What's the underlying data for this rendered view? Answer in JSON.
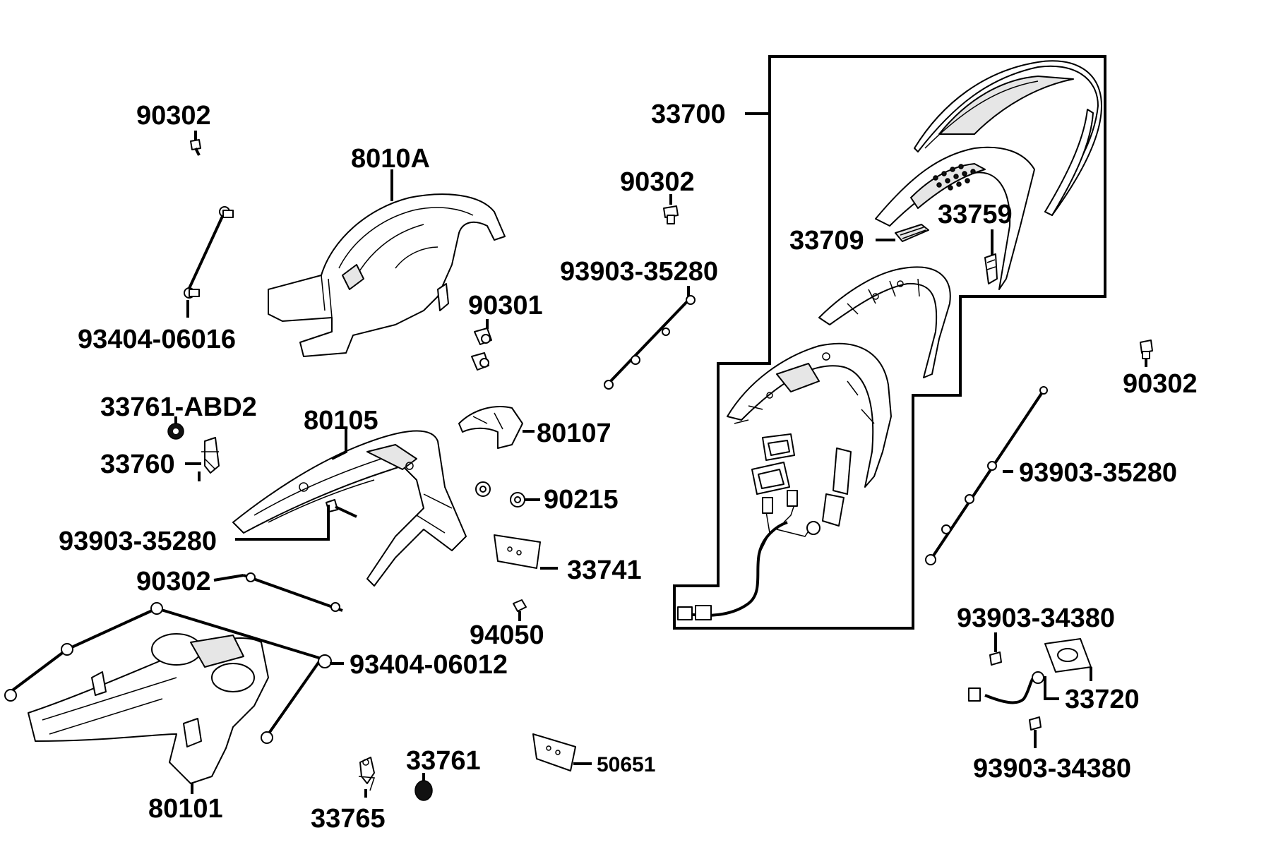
{
  "diagram_title": "",
  "labels": {
    "p90302_a": "90302",
    "p8010A": "8010A",
    "p93404_06016": "93404-06016",
    "p90302_b": "90302",
    "p33700": "33700",
    "p33709": "33709",
    "p33759": "33759",
    "p93903_35280_a": "93903-35280",
    "p90301": "90301",
    "p33761_ABD2": "33761-ABD2",
    "p80105": "80105",
    "p80107": "80107",
    "p33760": "33760",
    "p90215": "90215",
    "p93903_35280_b": "93903-35280",
    "p33741": "33741",
    "p90302_c": "90302",
    "p94050": "94050",
    "p93404_06012": "93404-06012",
    "p90302_d": "90302",
    "p93903_35280_c": "93903-35280",
    "p93903_34380_a": "93903-34380",
    "p33720": "33720",
    "p93903_34380_b": "93903-34380",
    "p80101": "80101",
    "p33761": "33761",
    "p33765": "33765",
    "p50651": "50651"
  }
}
